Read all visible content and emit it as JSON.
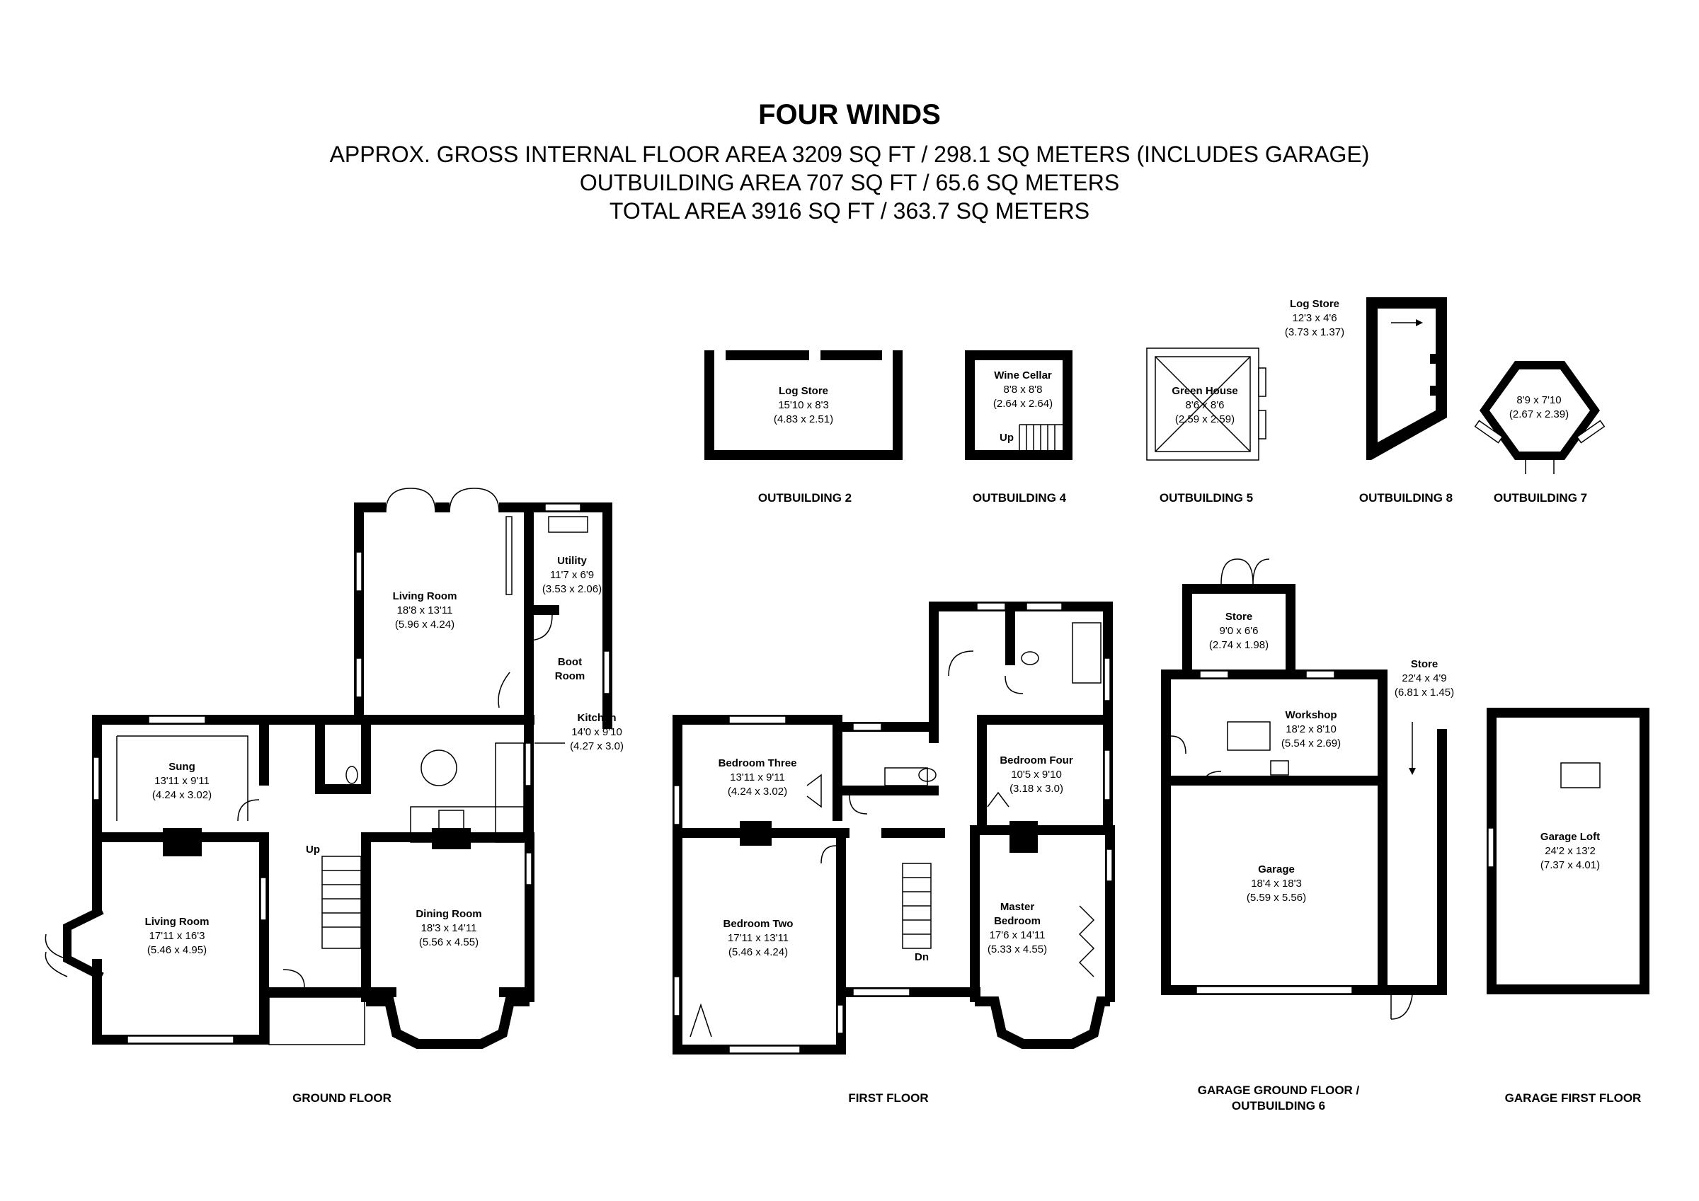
{
  "header": {
    "title": "FOUR WINDS",
    "line1": "APPROX. GROSS INTERNAL FLOOR AREA 3209 SQ FT / 298.1 SQ METERS (INCLUDES GARAGE)",
    "line2": "OUTBUILDING AREA 707 SQ FT / 65.6 SQ METERS",
    "line3": "TOTAL AREA 3916 SQ FT / 363.7 SQ METERS"
  },
  "floor_labels": {
    "ground": "GROUND FLOOR",
    "first": "FIRST FLOOR",
    "garage_ground_1": "GARAGE GROUND FLOOR /",
    "garage_ground_2": "OUTBUILDING 6",
    "garage_first": "GARAGE FIRST FLOOR",
    "ob2": "OUTBUILDING 2",
    "ob4": "OUTBUILDING 4",
    "ob5": "OUTBUILDING 5",
    "ob8": "OUTBUILDING 8",
    "ob7": "OUTBUILDING 7"
  },
  "rooms": {
    "ob2_log": {
      "name": "Log Store",
      "imp": "15'10 x 8'3",
      "met": "(4.83 x 2.51)"
    },
    "ob4_wine": {
      "name": "Wine Cellar",
      "imp": "8'8 x 8'8",
      "met": "(2.64 x 2.64)",
      "up": "Up"
    },
    "ob5_green": {
      "name": "Green House",
      "imp": "8'6 x 8'6",
      "met": "(2.59 x 2.59)"
    },
    "ob8_log": {
      "name": "Log Store",
      "imp": "12'3 x 4'6",
      "met": "(3.73 x 1.37)"
    },
    "ob7": {
      "imp": "8'9 x 7'10",
      "met": "(2.67 x 2.39)"
    },
    "gf_living_rear": {
      "name": "Living Room",
      "imp": "18'8 x 13'11",
      "met": "(5.96 x 4.24)"
    },
    "gf_utility": {
      "name": "Utility",
      "imp": "11'7 x 6'9",
      "met": "(3.53 x 2.06)"
    },
    "gf_boot": {
      "name1": "Boot",
      "name2": "Room"
    },
    "gf_kitchen": {
      "name": "Kitchen",
      "imp": "14'0 x 9'10",
      "met": "(4.27 x 3.0)"
    },
    "gf_sung": {
      "name": "Sung",
      "imp": "13'11 x 9'11",
      "met": "(4.24 x 3.02)"
    },
    "gf_living_front": {
      "name": "Living Room",
      "imp": "17'11 x 16'3",
      "met": "(5.46 x 4.95)"
    },
    "gf_dining": {
      "name": "Dining Room",
      "imp": "18'3 x 14'11",
      "met": "(5.56 x 4.55)"
    },
    "gf_up": "Up",
    "ff_bed3": {
      "name": "Bedroom Three",
      "imp": "13'11 x 9'11",
      "met": "(4.24 x 3.02)"
    },
    "ff_bed4": {
      "name": "Bedroom Four",
      "imp": "10'5 x 9'10",
      "met": "(3.18 x 3.0)"
    },
    "ff_bed2": {
      "name": "Bedroom Two",
      "imp": "17'11 x 13'11",
      "met": "(5.46 x 4.24)"
    },
    "ff_master": {
      "name1": "Master",
      "name2": "Bedroom",
      "imp": "17'6 x 14'11",
      "met": "(5.33 x 4.55)"
    },
    "ff_dn": "Dn",
    "gg_store": {
      "name": "Store",
      "imp": "9'0 x 6'6",
      "met": "(2.74 x 1.98)"
    },
    "gg_workshop": {
      "name": "Workshop",
      "imp": "18'2 x 8'10",
      "met": "(5.54 x 2.69)"
    },
    "gg_store2": {
      "name": "Store",
      "imp": "22'4 x 4'9",
      "met": "(6.81 x 1.45)"
    },
    "gg_garage": {
      "name": "Garage",
      "imp": "18'4 x 18'3",
      "met": "(5.59 x 5.56)"
    },
    "gl_loft": {
      "name": "Garage Loft",
      "imp": "24'2 x 13'2",
      "met": "(7.37 x 4.01)"
    }
  }
}
